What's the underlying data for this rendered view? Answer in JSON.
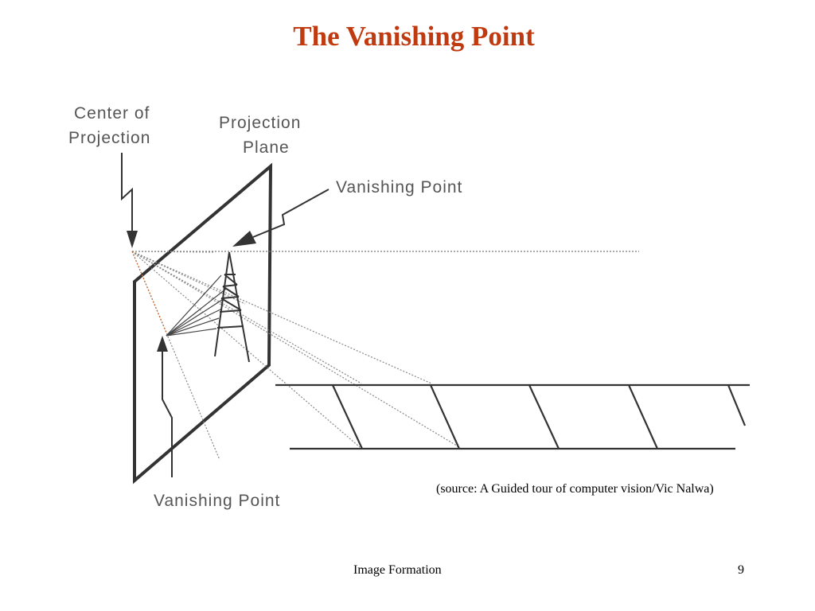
{
  "slide": {
    "title": "The Vanishing Point"
  },
  "diagram": {
    "labels": {
      "center_of_projection_line1": "Center of",
      "center_of_projection_line2": "Projection",
      "projection_plane_line1": "Projection",
      "projection_plane_line2": "Plane",
      "vanishing_point_top": "Vanishing Point",
      "vanishing_point_bottom": "Vanishing Point"
    }
  },
  "source": "(source: A Guided tour of computer vision/Vic Nalwa)",
  "footer": {
    "center": "Image Formation",
    "page": "9"
  }
}
